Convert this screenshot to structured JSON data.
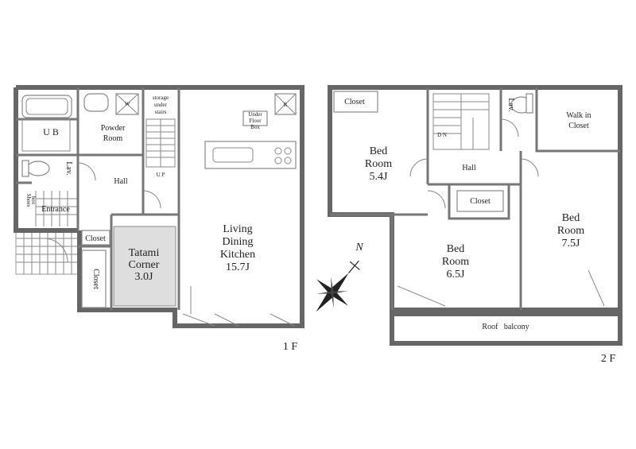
{
  "floors": {
    "first": {
      "label": "1 F",
      "rooms": {
        "ub": "U B",
        "powder_room": [
          "Powder",
          "Room"
        ],
        "w": "W",
        "storage_under_stairs": [
          "storage",
          "under",
          "stairs"
        ],
        "under_floor_box": [
          "Under",
          "Floor",
          "Box"
        ],
        "r": "R",
        "lav": "Lav.",
        "hall": "Hall",
        "up": "U P",
        "shoes_box": [
          "Shoes",
          "box"
        ],
        "entrance": "Entrance",
        "closet_small": "Closet",
        "closet_vertical": "Closet",
        "tatami_corner": [
          "Tatami",
          "Corner",
          "3.0J"
        ],
        "ldk": [
          "Living",
          "Dining",
          "Kitchen",
          "15.7J"
        ]
      }
    },
    "second": {
      "label": "2 F",
      "rooms": {
        "closet_a": "Closet",
        "bed_room_1": [
          "Bed",
          "Room",
          "5.4J"
        ],
        "dn": "D N",
        "lav": "Lav.",
        "walk_in_closet": [
          "Walk in",
          "Closet"
        ],
        "hall": "Hall",
        "closet_b": "Closet",
        "bed_room_2": [
          "Bed",
          "Room",
          "6.5J"
        ],
        "bed_room_3": [
          "Bed",
          "Room",
          "7.5J"
        ],
        "roof_balcony": "Roof   balcony"
      }
    }
  },
  "compass": {
    "north_label": "N"
  },
  "colors": {
    "wall": "#666666",
    "tatami": "#dedede",
    "line": "#888888"
  }
}
